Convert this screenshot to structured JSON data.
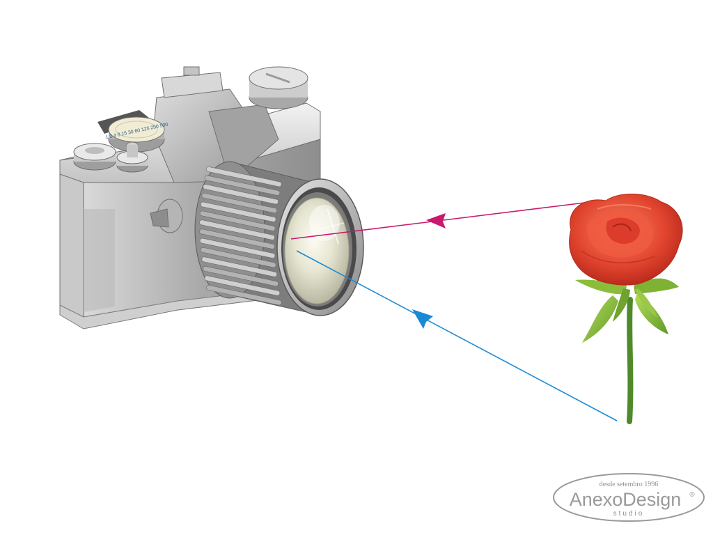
{
  "colors": {
    "top_ray": "#c8196e",
    "bottom_ray": "#1a8ad4",
    "camera_body": "#a6a6a6",
    "rose_petal": "#e2452f",
    "stem": "#4f8a2a",
    "logo_gray": "#9a9a9a"
  },
  "dial_numbers": "1 2 4 8 15 30 60 125 250 500",
  "logo": {
    "tagline": "desde setembro 1996",
    "brand": "AnexoDesign",
    "registered": "®",
    "sub": "studio"
  },
  "icons": {
    "camera": "camera-icon",
    "rose": "rose-icon",
    "arrow": "arrowhead-icon"
  }
}
